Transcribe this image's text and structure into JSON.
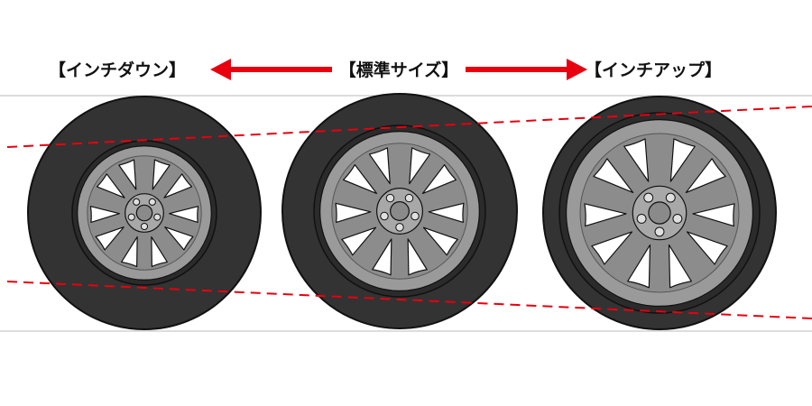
{
  "labels": {
    "inch_down": "【インチダウン】",
    "standard": "【標準サイズ】",
    "inch_up": "【インチアップ】"
  },
  "colors": {
    "arrow": "#e8000f",
    "dashed_line": "#e8000f",
    "tire": "#333333",
    "rim": "#9a9a9a",
    "outline": "#111111",
    "ground_line": "#bbbbbb"
  },
  "icons": {
    "left_arrow": "arrow-left-icon",
    "right_arrow": "arrow-right-icon",
    "wheel": "wheel-icon"
  }
}
